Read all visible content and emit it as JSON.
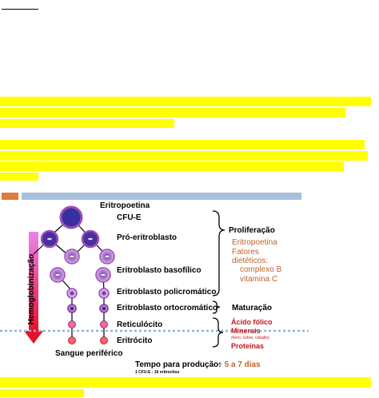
{
  "diagram": {
    "trigger": "Eritropoetina",
    "cells": {
      "cfu": "CFU-E",
      "pro": "Pró-eritroblasto",
      "baso": "Eritroblasto basofílico",
      "poli": "Eritroblasto policromático",
      "orto": "Eritroblasto ortocromático",
      "reti": "Reticulócito",
      "eri": "Eritrócito"
    },
    "arrow_label": "Hemoglobinização",
    "blood": "Sangue periférico",
    "phases": {
      "proliferation": "Proliferação",
      "maturation": "Maturação"
    },
    "factors": {
      "line1": "Eritropoetina",
      "line2": "Fatores",
      "line3": "dietéticos:",
      "line4": "complexo B",
      "line5": "vitamina C"
    },
    "maturation_factors": {
      "folic": "Ácido fólico",
      "minerals": "Minerais",
      "minerals_detail": "(ferro, cobre, cobalto)",
      "proteins": "Proteínas"
    },
    "production": {
      "label": "Tempo para produção:",
      "value": "~ 5 a 7 dias",
      "ratio": "1 CFU-E : 16 eritrocitos"
    }
  },
  "colors": {
    "highlight": "#ffff00",
    "header_bar": "#a7c1db",
    "header_accent": "#e07b3b",
    "arrow_top": "#ee82ee",
    "arrow_bottom": "#e8112d",
    "cell_ring": "#9b4fb3",
    "cfu_fill": "#3a2fa0",
    "retic_fill": "#f06aa0",
    "eri_fill": "#f4676b",
    "factor_text": "#c0622a",
    "mineral_text": "#c0171f",
    "dotted_line": "#8fb4d8"
  }
}
